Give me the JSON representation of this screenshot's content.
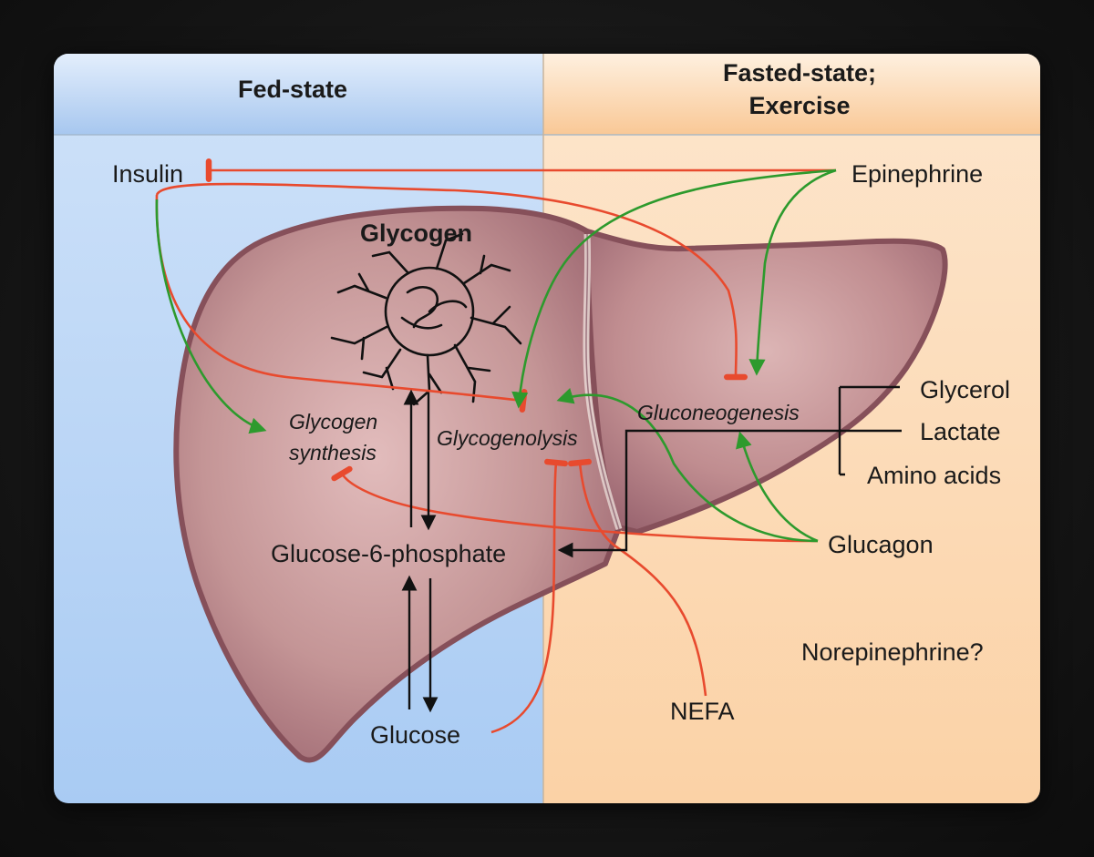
{
  "headers": {
    "fed": "Fed-state",
    "fasted_line1": "Fasted-state;",
    "fasted_line2": "Exercise"
  },
  "hormones": {
    "insulin": "Insulin",
    "epinephrine": "Epinephrine",
    "glucagon": "Glucagon",
    "norepinephrine": "Norepinephrine?",
    "nefa": "NEFA"
  },
  "metabolites": {
    "glycogen": "Glycogen",
    "glucose_6_phosphate": "Glucose-6-phosphate",
    "glucose": "Glucose",
    "glycerol": "Glycerol",
    "lactate": "Lactate",
    "amino_acids": "Amino acids"
  },
  "processes": {
    "glycogen_synthesis_line1": "Glycogen",
    "glycogen_synthesis_line2": "synthesis",
    "glycogenolysis": "Glycogenolysis",
    "gluconeogenesis": "Gluconeogenesis"
  },
  "colors": {
    "fed_panel": "#bcd6f5",
    "fasted_panel": "#fbd9b6",
    "liver": "#b37f80",
    "liver_outline": "#86505a",
    "inhibition": "#e84a2e",
    "stimulation": "#2d9a2d"
  }
}
